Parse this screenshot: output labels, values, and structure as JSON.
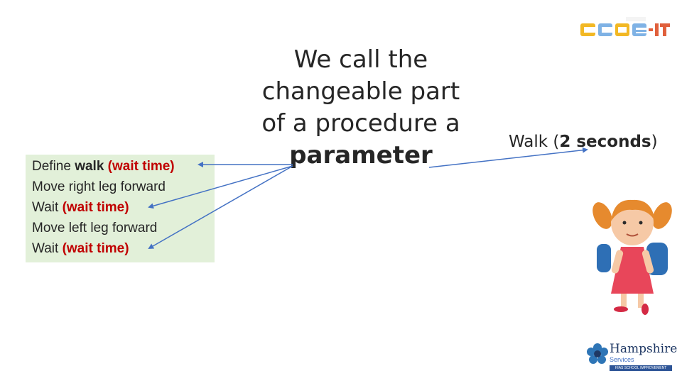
{
  "procedure": {
    "line1": {
      "prefix": "Define ",
      "name": "walk",
      "param": " (wait time)"
    },
    "line2": "Move right leg forward",
    "line3": {
      "prefix": "Wait ",
      "param": "(wait time)"
    },
    "line4": "Move left leg forward",
    "line5": {
      "prefix": "Wait ",
      "param": "(wait time)"
    }
  },
  "statement": {
    "lines": [
      "We call the",
      "changeable part",
      "of a procedure a"
    ],
    "keyword": "parameter"
  },
  "call": {
    "prefix": "Walk (",
    "value": "2 seconds",
    "suffix": ")"
  },
  "logos": {
    "code_it": "Code-IT",
    "hampshire": "Hampshire",
    "hampshire_sub": "Services",
    "hampshire_band": "HIAS SCHOOL IMPROVEMENT"
  },
  "colors": {
    "param_red": "#c00000",
    "box_green": "#e2f0d9",
    "arrow_blue": "#4472c4"
  }
}
